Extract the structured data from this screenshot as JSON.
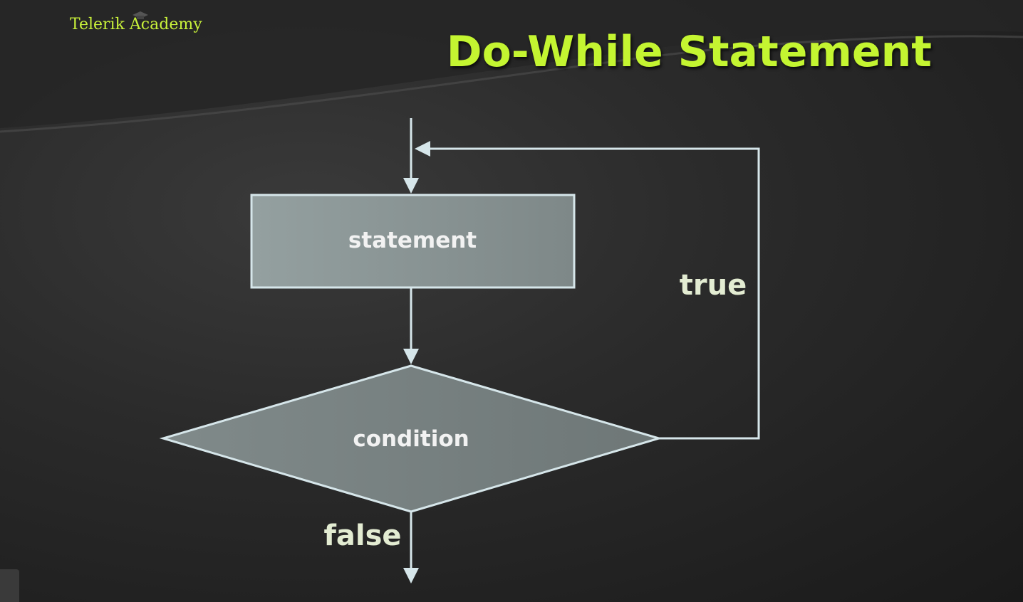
{
  "branding": {
    "logo_text": "Telerik Academy"
  },
  "slide": {
    "title": "Do-While Statement"
  },
  "diagram": {
    "nodes": {
      "statement": "statement",
      "condition": "condition"
    },
    "edges": {
      "true_label": "true",
      "false_label": "false"
    }
  },
  "colors": {
    "accent": "#c4f531",
    "node_fill": "#8a9494",
    "node_stroke": "#d6e6ea",
    "connector": "#d6e6ea",
    "background": "#2b2b2b"
  }
}
